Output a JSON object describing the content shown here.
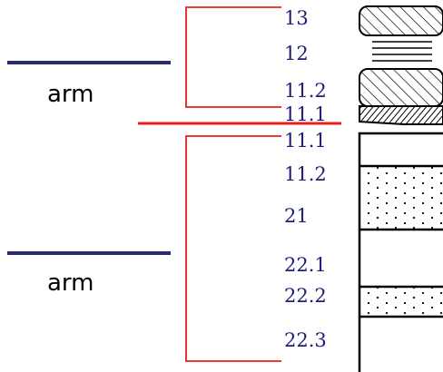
{
  "colors": {
    "arm_line": "#2a2a7a",
    "bracket": "#e8201c",
    "centromere": "#e8201c",
    "band_label": "#1e1e78",
    "outline": "#000000"
  },
  "arms": [
    {
      "label": "arm"
    },
    {
      "label": "arm"
    }
  ],
  "upper_arm_bands": [
    "13",
    "12",
    "11.2",
    "11.1"
  ],
  "lower_arm_bands": [
    "11.1",
    "11.2",
    "21",
    "22.1",
    "22.2",
    "22.3"
  ],
  "band_patterns": {
    "upper_13": "diagonal-hatch",
    "upper_12": "horizontal-lines",
    "upper_11.2": "diagonal-hatch",
    "upper_11.1": "dense-diagonal-hatch",
    "lower_11.1": "plain",
    "lower_11.2": "dotted",
    "lower_21": "plain",
    "lower_22.1": "plain",
    "lower_22.2": "dotted",
    "lower_22.3": "plain"
  }
}
